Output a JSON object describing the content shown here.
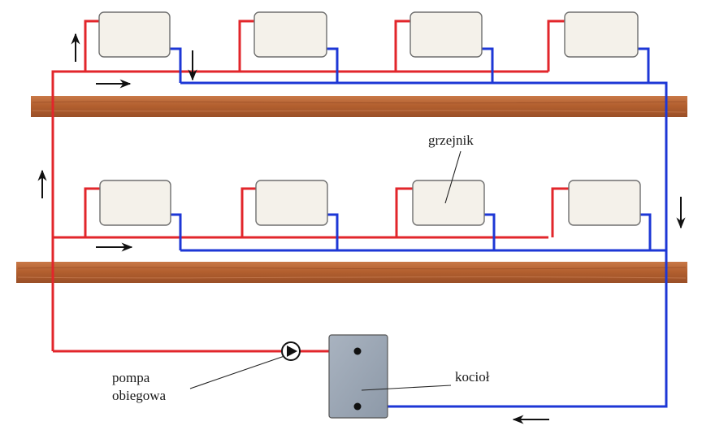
{
  "labels": {
    "radiator": "grzejnik",
    "pump_line1": "pompa",
    "pump_line2": "obiegowa",
    "boiler": "kocioł"
  },
  "colors": {
    "supply_pipe": "#e2262b",
    "return_pipe": "#1d37d6",
    "floor_beam": "#b5653a",
    "radiator": "#f4f1ea",
    "boiler": "#9aa6b5"
  },
  "structure": {
    "floors": 2,
    "radiators_per_floor": 4
  }
}
